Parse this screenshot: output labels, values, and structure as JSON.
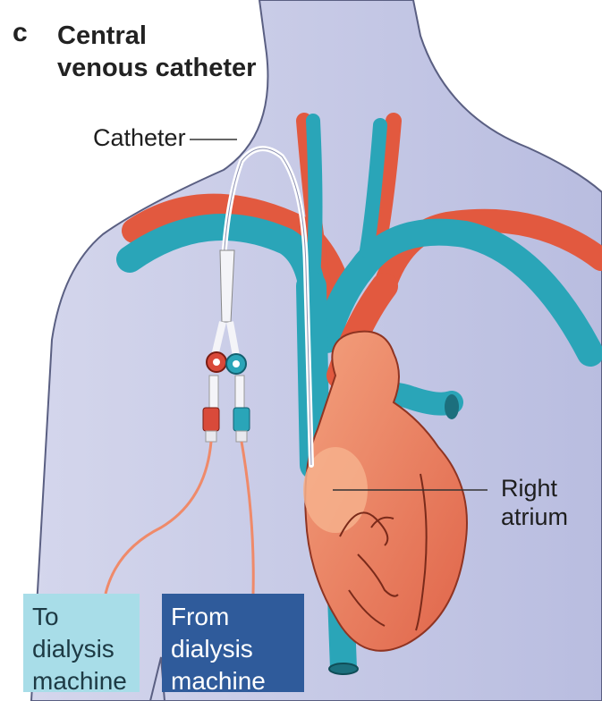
{
  "figure": {
    "panel_letter": "c",
    "title_line1": "Central",
    "title_line2": "venous catheter"
  },
  "labels": {
    "catheter": "Catheter",
    "right_atrium_line1": "Right",
    "right_atrium_line2": "atrium",
    "to_dialysis_line1": "To dialysis",
    "to_dialysis_line2": "machine",
    "from_dialysis_line1": "From dialysis",
    "from_dialysis_line2": "machine"
  },
  "colors": {
    "body": "#c9cce6",
    "vein": "#2aa5b8",
    "artery": "#e2593f",
    "heart": "#ef8b6a",
    "to_box": "#a8dde8",
    "from_box": "#2f5b9b"
  }
}
